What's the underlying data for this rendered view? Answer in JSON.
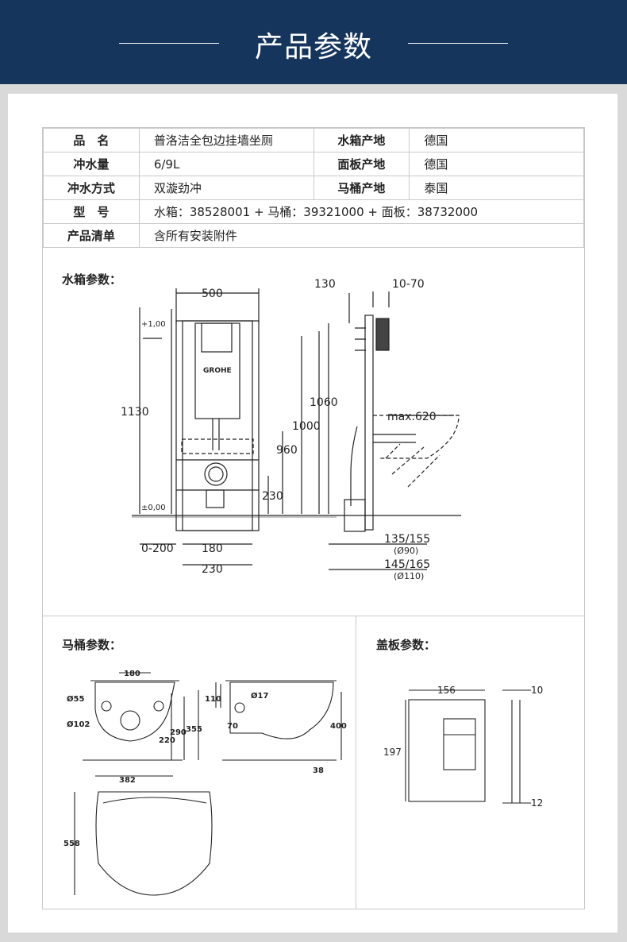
{
  "header": {
    "title": "产品参数"
  },
  "specs": {
    "rows": [
      {
        "k1": "品　名",
        "v1": "普洛洁全包边挂墙坐厕",
        "k2": "水箱产地",
        "v2": "德国"
      },
      {
        "k1": "冲水量",
        "v1": "6/9L",
        "k2": "面板产地",
        "v2": "德国"
      },
      {
        "k1": "冲水方式",
        "v1": "双漩劲冲",
        "k2": "马桶产地",
        "v2": "泰国"
      }
    ],
    "model_label": "型　号",
    "model_value": "水箱：38528001 + 马桶：39321000 + 面板：38732000",
    "list_label": "产品清单",
    "list_value": "含所有安装附件"
  },
  "tank": {
    "label": "水箱参数：",
    "dims": {
      "w500": "500",
      "d130": "130",
      "d1070": "10-70",
      "h1": "+1,00",
      "h0": "±0,00",
      "h1130": "1130",
      "h1060": "1060",
      "h1000": "1000",
      "h960": "960",
      "h230": "230",
      "max620": "max.620",
      "w0200": "0-200",
      "w180": "180",
      "w230": "230",
      "d135": "135/155",
      "d90": "(Ø90)",
      "d145": "145/165",
      "d110": "(Ø110)",
      "brand": "GROHE"
    }
  },
  "toilet": {
    "label": "马桶参数：",
    "dims": {
      "w180": "180",
      "o55": "Ø55",
      "o102": "Ø102",
      "h220": "220",
      "h290": "290",
      "h355": "355",
      "w382": "382",
      "h558": "558",
      "h110": "110",
      "o17": "Ø17",
      "w70": "70",
      "h400": "400",
      "h38": "38"
    }
  },
  "plate": {
    "label": "盖板参数：",
    "dims": {
      "w156": "156",
      "h197": "197",
      "d10": "10",
      "d12": "12"
    }
  }
}
